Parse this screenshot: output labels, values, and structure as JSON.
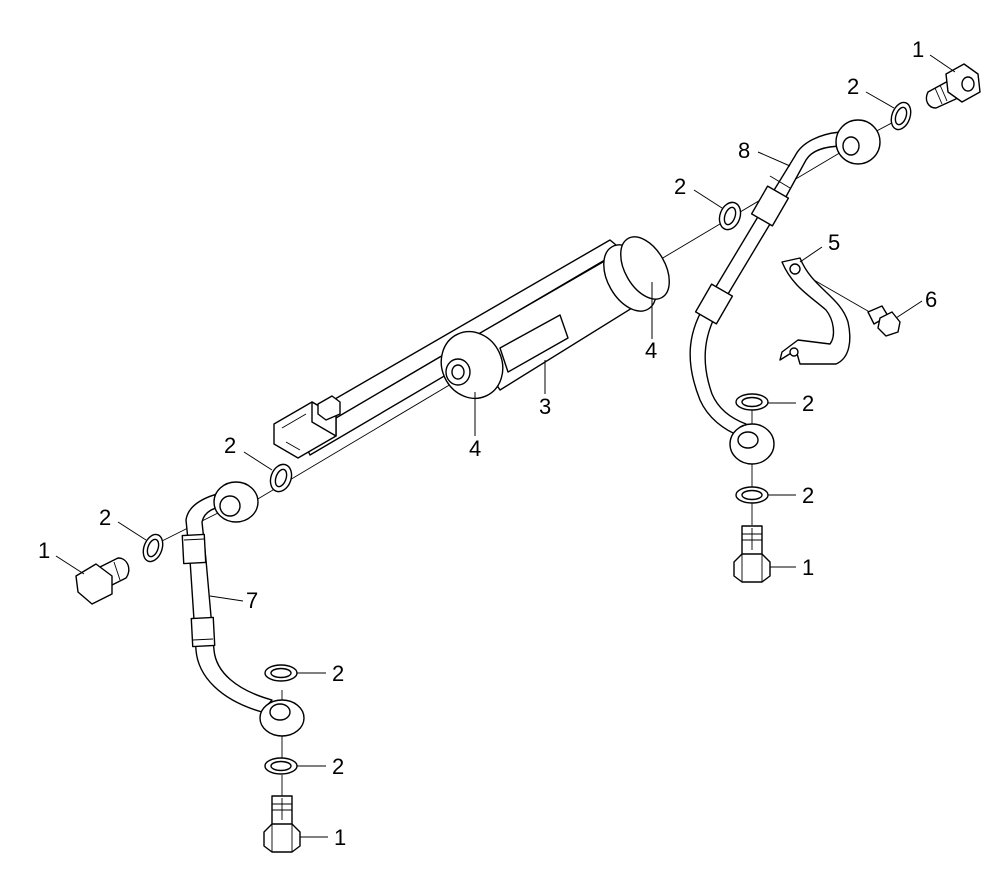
{
  "callouts": {
    "c1_top_right": "1",
    "c1_left": "1",
    "c1_right_lower": "1",
    "c1_bottom": "1",
    "c2_top_right": "2",
    "c2_center_upper": "2",
    "c2_mid_left": "2",
    "c2_left": "2",
    "c2_right_upper": "2",
    "c2_right_lower": "2",
    "c2_bottom_upper": "2",
    "c2_bottom_lower": "2",
    "c3": "3",
    "c4_right": "4",
    "c4_left": "4",
    "c5": "5",
    "c6": "6",
    "c7": "7",
    "c8": "8"
  }
}
